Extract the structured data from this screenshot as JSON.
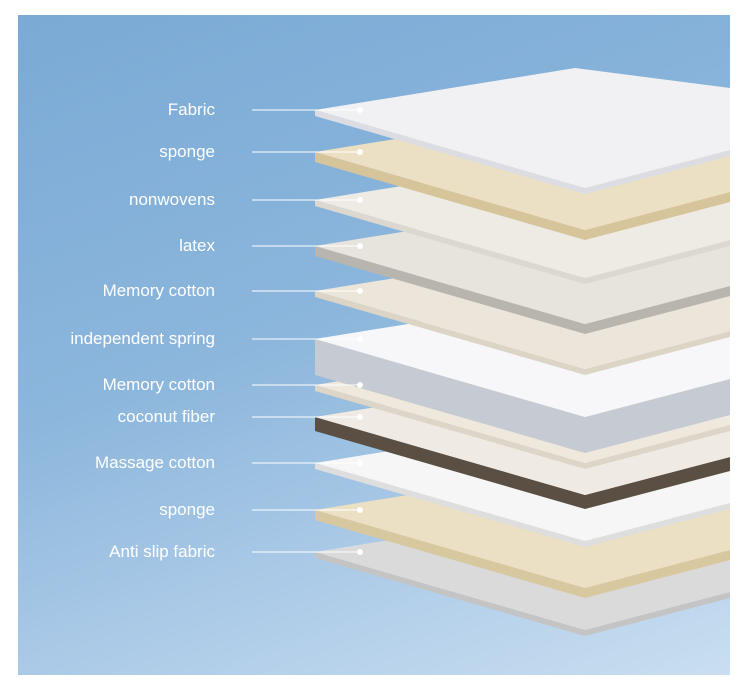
{
  "layers": [
    {
      "label": "Fabric",
      "top": "#f1f1f3",
      "side": "#dcdde2"
    },
    {
      "label": "sponge",
      "top": "#ebe0c4",
      "side": "#d6c49a"
    },
    {
      "label": "nonwovens",
      "top": "#eeebe5",
      "side": "#dcd8d0"
    },
    {
      "label": "latex",
      "top": "#e7e4dd",
      "side": "#b8b5af"
    },
    {
      "label": "Memory cotton",
      "top": "#ece6da",
      "side": "#dcd5c6"
    },
    {
      "label": "independent spring",
      "top": "#f7f7f9",
      "side": "#c6cad2"
    },
    {
      "label": "Memory cotton",
      "top": "#eee8dd",
      "side": "#ddd6c8"
    },
    {
      "label": "coconut fiber",
      "top": "#efebe4",
      "side": "#5b4f43"
    },
    {
      "label": "Massage cotton",
      "top": "#f6f6f6",
      "side": "#dedede"
    },
    {
      "label": "sponge",
      "top": "#ebe0c3",
      "side": "#d8c89f"
    },
    {
      "label": "Anti slip fabric",
      "top": "#dadada",
      "side": "#c4c4c4"
    }
  ]
}
